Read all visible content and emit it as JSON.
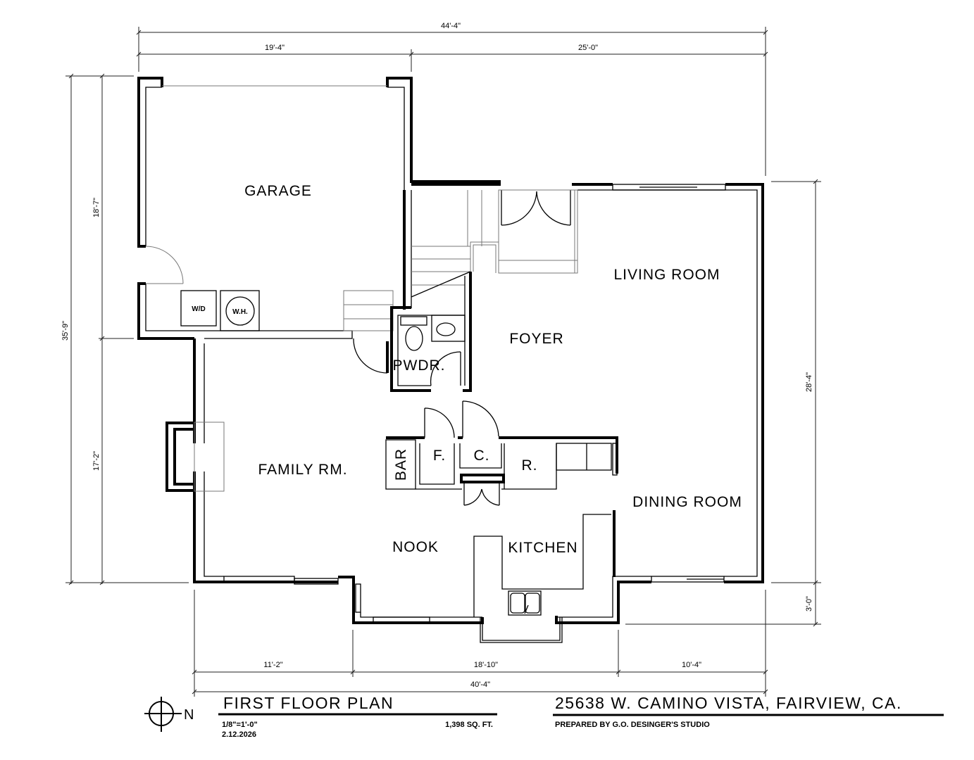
{
  "plan": {
    "title": "FIRST FLOOR PLAN",
    "scale": "1/8\"=1'-0\"",
    "date": "2.12.2026",
    "area": "1,398 SQ. FT.",
    "address": "25638 W. CAMINO VISTA, FAIRVIEW, CA.",
    "prepared_by": "PREPARED BY G.O. DESINGER'S STUDIO",
    "north_label": "N"
  },
  "rooms": {
    "garage": "GARAGE",
    "living": "LIVING ROOM",
    "foyer": "FOYER",
    "powder": "PWDR.",
    "family": "FAMILY RM.",
    "bar": "BAR",
    "freezer": "F.",
    "closet": "C.",
    "refrigerator": "R.",
    "dining": "DINING ROOM",
    "nook": "NOOK",
    "kitchen": "KITCHEN",
    "washer_dryer": "W/D",
    "water_heater": "W.H."
  },
  "dimensions": {
    "top_total": "44'-4\"",
    "top_left": "19'-4\"",
    "top_right": "25'-0\"",
    "left_total": "35'-9\"",
    "left_upper": "18'-7\"",
    "left_lower": "17'-2\"",
    "right_main": "28'-4\"",
    "right_bay": "3'-0\"",
    "bottom_left": "11'-2\"",
    "bottom_mid": "18'-10\"",
    "bottom_right": "10'-4\"",
    "bottom_total": "40'-4\""
  }
}
